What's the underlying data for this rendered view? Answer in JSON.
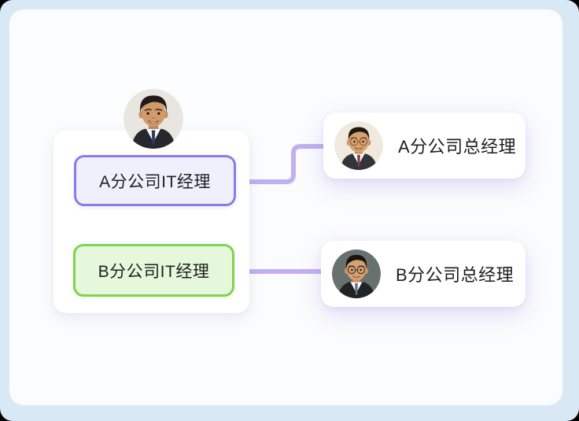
{
  "window": {
    "frame_color": "#d8e8f4",
    "panel_color": "#fbfcfd"
  },
  "org_chart": {
    "manager_group": {
      "avatar_name": "it-manager-portrait",
      "nodes": [
        {
          "label": "A分公司IT经理",
          "border_color": "#8a7ce6",
          "fill_color": "#eef1fc"
        },
        {
          "label": "B分公司IT经理",
          "border_color": "#7fd351",
          "fill_color": "#e6f8db"
        }
      ]
    },
    "general_manager_cards": [
      {
        "label": "A分公司总经理",
        "avatar_name": "a-general-manager-portrait"
      },
      {
        "label": "B分公司总经理",
        "avatar_name": "b-general-manager-portrait"
      }
    ],
    "connector_color": "#c1aff1",
    "text_color": "#1e1e1e"
  }
}
